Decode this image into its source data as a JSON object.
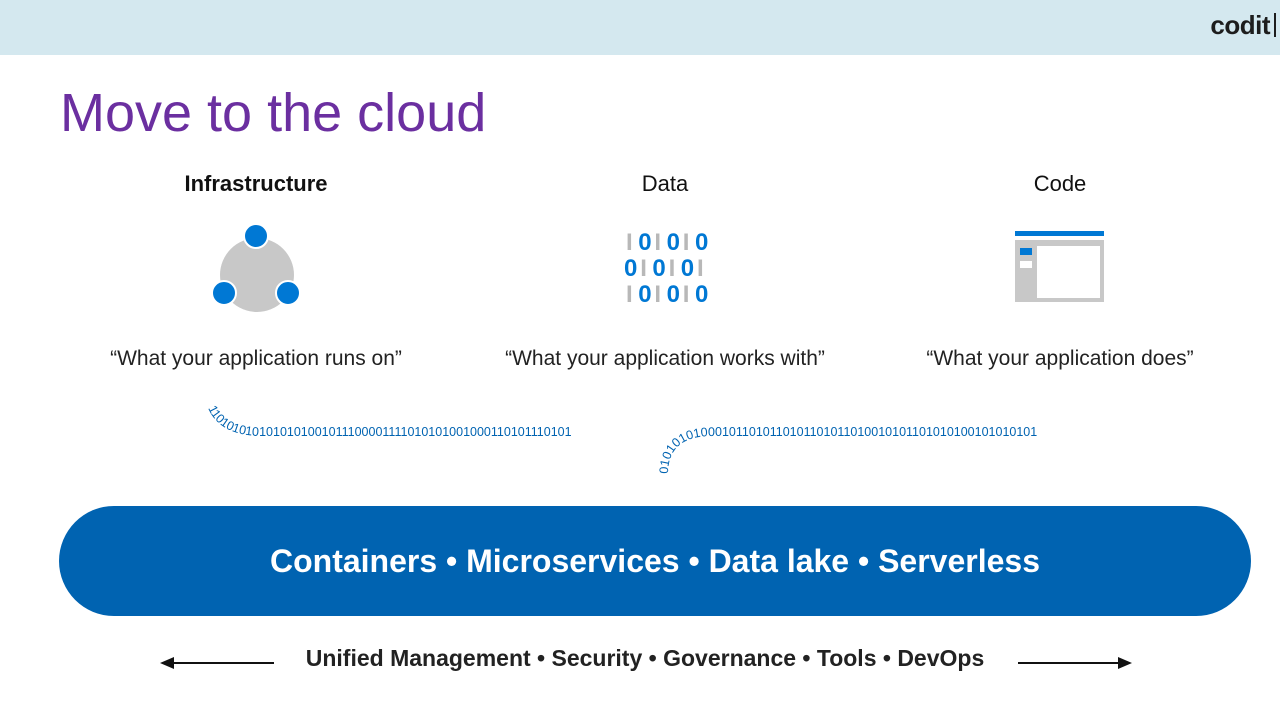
{
  "brand": {
    "logo": "codit"
  },
  "title": "Move to the cloud",
  "columns": [
    {
      "heading": "Infrastructure",
      "quote": "“What your application runs on”",
      "icon": "network-nodes-icon"
    },
    {
      "heading": "Data",
      "quote": "“What your application works with”",
      "icon": "binary-data-icon"
    },
    {
      "heading": "Code",
      "quote": "“What your application does”",
      "icon": "code-window-icon"
    }
  ],
  "data_icon_rows": [
    "IOIOIO",
    "OIOIOI",
    "IOIOIO"
  ],
  "binary_streams": {
    "left": "1101010101010101001011100001111010101001000110101110101",
    "right": "010101010001011010110101101011010010101101010100101010101"
  },
  "platform_bar": "Containers • Microservices • Data lake • Serverless",
  "footer_line": "Unified Management • Security • Governance • Tools • DevOps",
  "colors": {
    "accent_blue": "#0063b1",
    "icon_blue": "#0078d4",
    "title_purple": "#6b2fa0",
    "top_bar": "#d4e8ef",
    "icon_gray": "#c8c8c8"
  }
}
